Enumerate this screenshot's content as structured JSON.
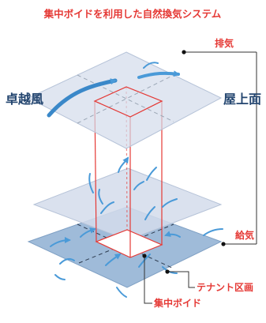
{
  "title": "集中ボイドを利用した自然換気システム",
  "labels": {
    "exhaust": "排気",
    "prevailing_wind": "卓越風",
    "rooftop": "屋上面",
    "supply": "給気",
    "tenant_area": "テナント区画",
    "central_void": "集中ボイド"
  },
  "colors": {
    "accent_red": "#e53935",
    "label_navy": "#23456f",
    "plane_light": "#d3dceb",
    "plane_dark": "#9fbbd9",
    "airflow_blue": "#4a9ad8"
  }
}
